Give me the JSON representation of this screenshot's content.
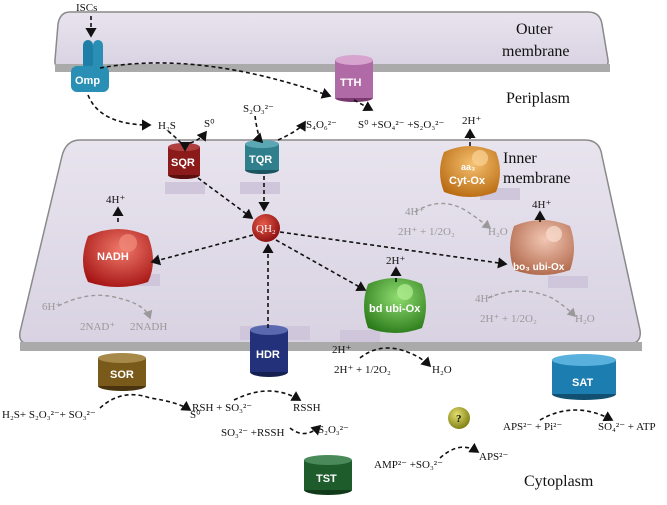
{
  "regions": {
    "outer_membrane_l1": "Outer",
    "outer_membrane_l2": "membrane",
    "periplasm": "Periplasm",
    "inner_membrane_l1": "Inner",
    "inner_membrane_l2": "membrane",
    "cytoplasm": "Cytoplasm"
  },
  "enzymes": {
    "iscs": "ISCs",
    "omp": "Omp",
    "tth": "TTH",
    "sqr": "SQR",
    "tqr": "TQR",
    "qh2": "QH₂",
    "nadh": "NADH",
    "aa3_l1": "aa₃",
    "aa3_l2": "Cyt-Ox",
    "bd": "bd ubi-Ox",
    "bo3": "bo₃ ubi-Ox",
    "hdr": "HDR",
    "sor": "SOR",
    "sat": "SAT",
    "tst": "TST",
    "unknown": "?"
  },
  "reactions": {
    "h2s_peri": "H₂S",
    "s0_peri": "S⁰",
    "s2o3_peri": "S₂O₃²⁻",
    "s4o6": "S₄O₆²⁻",
    "tth_products": "S⁰ +SO₄²⁻ +S₂O₃²⁻",
    "h_aa3": "2H⁺",
    "h_nadh": "4H⁺",
    "h_bo3": "4H⁺",
    "h_bd": "2H⁺",
    "aa3_in_h": "4H⁺",
    "aa3_in_o2": "2H⁺ + 1/2O₂",
    "aa3_h2o": "H₂O",
    "nadh_6h": "6H⁺",
    "nadh_2nadp": "2NAD⁺",
    "nadh_2nadh": "2NADH",
    "bo3_in_h": "4H⁺",
    "bo3_in_o2": "2H⁺ + 1/2O₂",
    "bo3_h2o": "H₂O",
    "bd_in_h": "2H⁺",
    "bd_in_o2": "2H⁺ + 1/2O₂",
    "bd_h2o": "H₂O",
    "sor_left": "H₂S+ S₂O₃²⁻+ SO₃²⁻",
    "sor_s0": "S⁰",
    "hdr_left": "RSH + SO₃²⁻",
    "hdr_right": "RSSH",
    "tst_left": "SO₃²⁻ +RSSH",
    "tst_right": "S₂O₃²⁻",
    "unk_left": "AMP²⁻ +SO₃²⁻",
    "unk_right": "APS²⁻",
    "sat_left": "APS²⁻ + Pi²⁻",
    "sat_right": "SO₄²⁻ + ATP"
  },
  "colors": {
    "omp": "#2a8fb4",
    "tth": "#b06aa6",
    "sqr": "#8b1a1a",
    "tqr": "#2f7f8c",
    "qh2": "#b01a1a",
    "nadh": "#c81e1e",
    "aa3": "#d98a1e",
    "bd": "#3b9a2a",
    "bo3": "#d9957a",
    "hdr": "#23307a",
    "sor": "#7a5a1a",
    "sat": "#1c7db0",
    "tst": "#1f5c2c",
    "unknown": "#a7a61a"
  }
}
